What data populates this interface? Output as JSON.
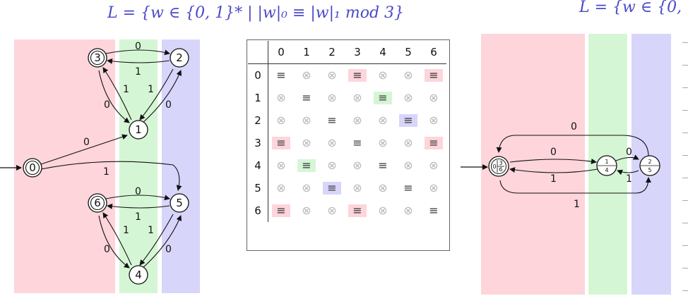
{
  "title_left": "L = {w ∈ {0, 1}* | |w|₀ ≡ |w|₁  mod 3}",
  "title_right": "L = {w ∈ {0,",
  "colors": {
    "red_band": "#fdd5db",
    "green_band": "#d5f6d5",
    "blue_band": "#d8d5fb",
    "text": "#4a49c8"
  },
  "left_diagram": {
    "states": [
      "0",
      "1",
      "2",
      "3",
      "4",
      "5",
      "6"
    ],
    "accepting_states": [
      "0",
      "3",
      "6"
    ],
    "edge_labels": {
      "e0_1": "0",
      "e0_5": "1",
      "e3_2": "0",
      "e2_3": "1",
      "e3_1a": "1",
      "e1_3": "0",
      "e2_1": "1",
      "e1_2": "0",
      "e6_5": "0",
      "e5_6": "1",
      "e6_4a": "1",
      "e4_6": "0",
      "e5_4": "1",
      "e4_5": "0"
    }
  },
  "table": {
    "headers": [
      "0",
      "1",
      "2",
      "3",
      "4",
      "5",
      "6"
    ],
    "rows": [
      [
        "≡",
        "⊗",
        "⊗",
        "≡",
        "⊗",
        "⊗",
        "≡"
      ],
      [
        "⊗",
        "≡",
        "⊗",
        "⊗",
        "≡",
        "⊗",
        "⊗"
      ],
      [
        "⊗",
        "⊗",
        "≡",
        "⊗",
        "⊗",
        "≡",
        "⊗"
      ],
      [
        "≡",
        "⊗",
        "⊗",
        "≡",
        "⊗",
        "⊗",
        "≡"
      ],
      [
        "⊗",
        "≡",
        "⊗",
        "⊗",
        "≡",
        "⊗",
        "⊗"
      ],
      [
        "⊗",
        "⊗",
        "≡",
        "⊗",
        "⊗",
        "≡",
        "⊗"
      ],
      [
        "≡",
        "⊗",
        "⊗",
        "≡",
        "⊗",
        "⊗",
        "≡"
      ]
    ],
    "highlights": {
      "0,3": "red",
      "0,6": "red",
      "1,4": "green",
      "2,5": "blue",
      "3,0": "red",
      "3,6": "red",
      "4,1": "green",
      "5,2": "blue",
      "6,0": "red",
      "6,3": "red"
    }
  },
  "right_diagram": {
    "state_a_top": "3",
    "state_a_bottom": "6",
    "state_a_left": "0",
    "state_b_top": "1",
    "state_b_bottom": "4",
    "state_c_top": "2",
    "state_c_bottom": "5",
    "edge_labels": {
      "top_loop": "0",
      "a_b": "0",
      "b_a": "1",
      "b_c": "0",
      "c_b": "1",
      "bottom_loop": "1"
    }
  }
}
